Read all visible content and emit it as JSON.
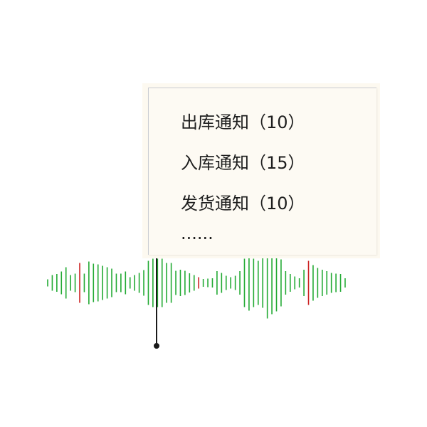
{
  "notifications": {
    "items": [
      {
        "label": "出库通知（10）"
      },
      {
        "label": "入库通知（15）"
      },
      {
        "label": "发货通知（10）"
      }
    ],
    "more": "......"
  },
  "colors": {
    "bar": "#22aa33",
    "accent_bar": "#cc2222",
    "pole": "#1a1a1a",
    "popup_bg": "#fdfaf3"
  },
  "waveform": {
    "amplitudes": [
      5,
      11,
      12.5,
      16,
      22,
      11,
      13,
      28,
      13,
      30,
      27,
      26,
      24,
      22,
      20,
      13,
      13,
      16,
      8,
      11,
      14,
      18,
      31,
      34,
      34,
      34,
      28,
      28,
      17,
      18.5,
      17,
      13.5,
      11,
      8,
      5.5,
      6,
      6.5,
      16.5,
      14,
      10,
      8,
      10,
      16.5,
      34,
      39,
      34,
      31,
      35,
      50,
      44,
      40,
      33,
      16.5,
      12.5,
      9,
      6.5,
      18.5,
      31,
      25,
      21,
      18.5,
      16.5,
      14,
      13,
      12.5,
      6.5
    ],
    "accent_indices": [
      7,
      33,
      57
    ]
  }
}
